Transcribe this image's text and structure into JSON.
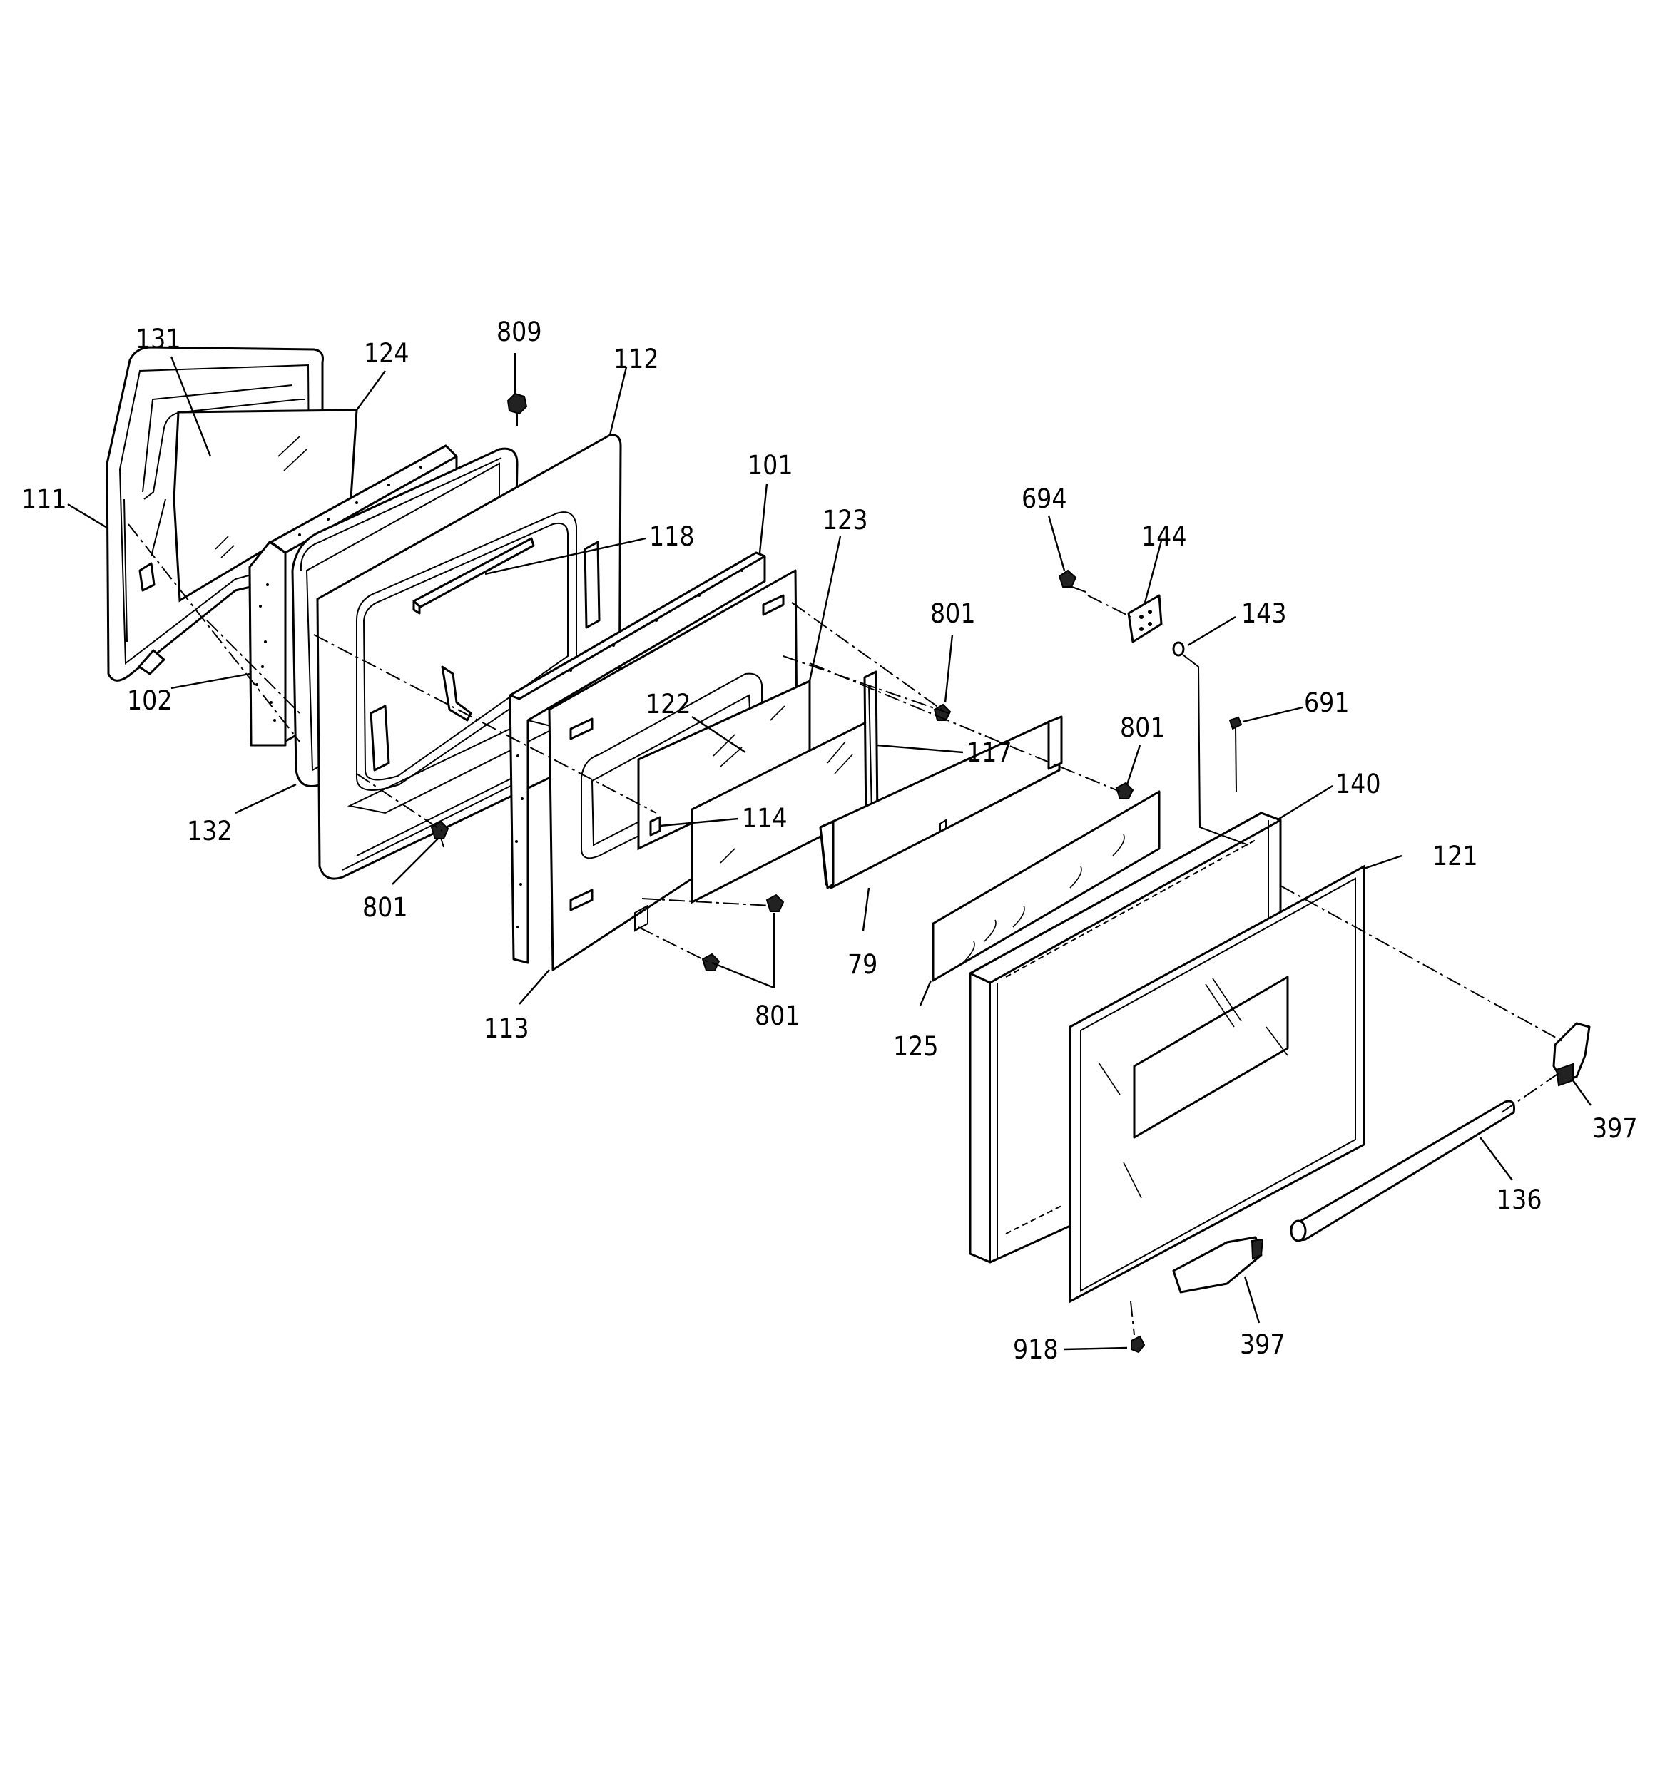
{
  "callouts": [
    {
      "id": "c131",
      "label": "131"
    },
    {
      "id": "c124",
      "label": "124"
    },
    {
      "id": "c809",
      "label": "809"
    },
    {
      "id": "c112",
      "label": "112"
    },
    {
      "id": "c111",
      "label": "111"
    },
    {
      "id": "c118",
      "label": "118"
    },
    {
      "id": "c101",
      "label": "101"
    },
    {
      "id": "c123",
      "label": "123"
    },
    {
      "id": "c694",
      "label": "694"
    },
    {
      "id": "c144",
      "label": "144"
    },
    {
      "id": "c143",
      "label": "143"
    },
    {
      "id": "c801a",
      "label": "801"
    },
    {
      "id": "c691",
      "label": "691"
    },
    {
      "id": "c801b",
      "label": "801"
    },
    {
      "id": "c102",
      "label": "102"
    },
    {
      "id": "c122",
      "label": "122"
    },
    {
      "id": "c117",
      "label": "117"
    },
    {
      "id": "c114",
      "label": "114"
    },
    {
      "id": "c140",
      "label": "140"
    },
    {
      "id": "c132",
      "label": "132"
    },
    {
      "id": "c121",
      "label": "121"
    },
    {
      "id": "c801c",
      "label": "801"
    },
    {
      "id": "c79",
      "label": "79"
    },
    {
      "id": "c113",
      "label": "113"
    },
    {
      "id": "c801d",
      "label": "801"
    },
    {
      "id": "c125",
      "label": "125"
    },
    {
      "id": "c397a",
      "label": "397"
    },
    {
      "id": "c136",
      "label": "136"
    },
    {
      "id": "c397b",
      "label": "397"
    },
    {
      "id": "c918",
      "label": "918"
    }
  ]
}
